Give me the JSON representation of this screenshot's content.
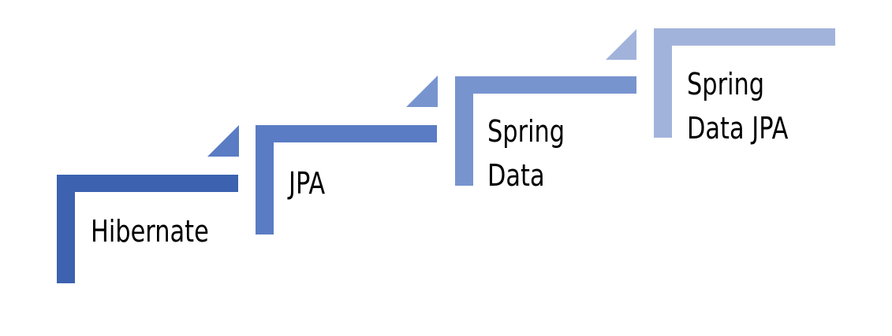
{
  "diagram": {
    "steps": [
      {
        "label": "Hibernate",
        "color": "#3C62B0"
      },
      {
        "label": "JPA",
        "color": "#5A7CC4"
      },
      {
        "label": "Spring\nData",
        "color": "#7894CF"
      },
      {
        "label": "Spring\nData JPA",
        "color": "#A2B3DB"
      }
    ]
  }
}
